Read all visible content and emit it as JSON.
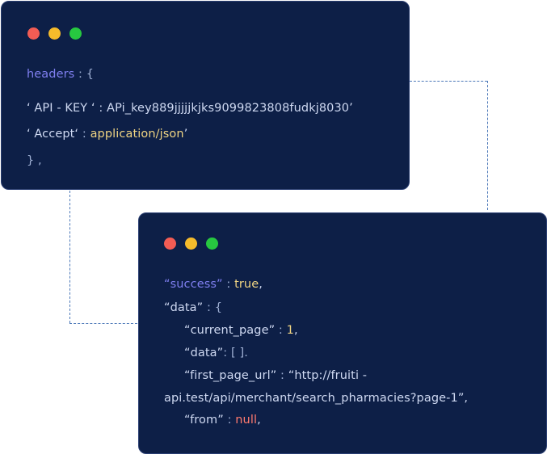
{
  "colors": {
    "card_bg": "#0d1f47",
    "key_blue": "#7f7ff0",
    "text_light": "#cfd9f2",
    "value_yellow": "#f1d583",
    "value_red": "#ff7a6e",
    "connector": "#4c78b8"
  },
  "headers_window": {
    "line1": {
      "key": "headers",
      "sep": " : {"
    },
    "line2": {
      "text": "‘ API - KEY ‘ : APi_key889jjjjjkjks9099823808fudkj8030’"
    },
    "line3": {
      "key": "‘ Accept‘",
      "sep": " : ",
      "value": "application/json",
      "tail": "’"
    },
    "line4": {
      "text": "} ,"
    }
  },
  "response_window": {
    "line1": {
      "key": "“success”",
      "sep": " : ",
      "value": "true",
      "tail": ","
    },
    "line2": {
      "key": "“data”",
      "sep": " : {"
    },
    "line3": {
      "key": "“current_page”",
      "sep": " : ",
      "value": "1",
      "tail": ","
    },
    "line4": {
      "key": "“data”",
      "sep": ": [ ]."
    },
    "line5": {
      "key": "“first_page_url”",
      "sep": " : ",
      "value": "“http://fruiti -"
    },
    "line6": {
      "text": "api.test/api/merchant/search_pharmacies?page-1”,"
    },
    "line7": {
      "key": "“from”",
      "sep": " : ",
      "value": "null",
      "tail": ","
    }
  }
}
